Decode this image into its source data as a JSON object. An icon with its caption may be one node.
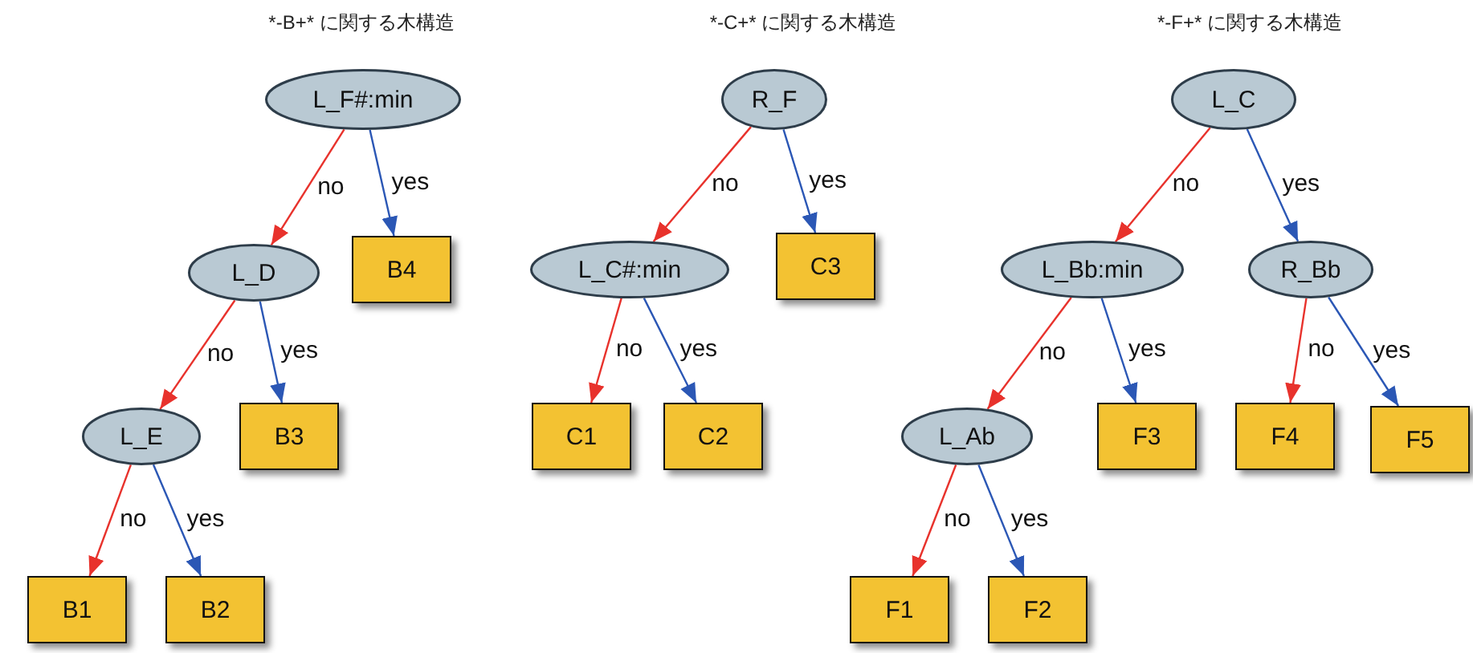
{
  "diagram": {
    "nodes": [
      {
        "text": [
          "L_F#:min"
        ]
      },
      {
        "text": [
          "L_D"
        ]
      },
      {
        "text": [
          "B4"
        ]
      },
      {
        "text": [
          "L_E"
        ]
      },
      {
        "text": [
          "B3"
        ]
      },
      {
        "text": [
          "B1"
        ]
      },
      {
        "text": [
          "B2"
        ]
      },
      {
        "text": [
          "R_F"
        ]
      },
      {
        "text": [
          "L_C#:min"
        ]
      },
      {
        "text": [
          "C3"
        ]
      },
      {
        "text": [
          "C1"
        ]
      },
      {
        "text": [
          "C2"
        ]
      },
      {
        "text": [
          "L_C"
        ]
      },
      {
        "text": [
          "L_Bb:min"
        ]
      },
      {
        "text": [
          "R_Bb"
        ]
      },
      {
        "text": [
          "L_Ab"
        ]
      },
      {
        "text": [
          "F3"
        ]
      },
      {
        "text": [
          "F4"
        ]
      },
      {
        "text": [
          "F5"
        ]
      },
      {
        "text": [
          "F1"
        ]
      },
      {
        "text": [
          "F2"
        ]
      }
    ],
    "edges": [
      {
        "from": 0,
        "to": 1,
        "arrow": "to",
        "label": "no",
        "color": "#e8322c"
      },
      {
        "from": 0,
        "to": 2,
        "arrow": "to",
        "label": "yes",
        "color": "#2b57b5"
      },
      {
        "from": 1,
        "to": 3,
        "arrow": "to",
        "label": "no",
        "color": "#e8322c"
      },
      {
        "from": 1,
        "to": 4,
        "arrow": "to",
        "label": "yes",
        "color": "#2b57b5"
      },
      {
        "from": 3,
        "to": 5,
        "arrow": "to",
        "label": "no",
        "color": "#e8322c"
      },
      {
        "from": 3,
        "to": 6,
        "arrow": "to",
        "label": "yes",
        "color": "#2b57b5"
      },
      {
        "from": 7,
        "to": 8,
        "arrow": "to",
        "label": "no",
        "color": "#e8322c"
      },
      {
        "from": 7,
        "to": 9,
        "arrow": "to",
        "label": "yes",
        "color": "#2b57b5"
      },
      {
        "from": 8,
        "to": 10,
        "arrow": "to",
        "label": "no",
        "color": "#e8322c"
      },
      {
        "from": 8,
        "to": 11,
        "arrow": "to",
        "label": "yes",
        "color": "#2b57b5"
      },
      {
        "from": 12,
        "to": 13,
        "arrow": "to",
        "label": "no",
        "color": "#e8322c"
      },
      {
        "from": 12,
        "to": 14,
        "arrow": "to",
        "label": "yes",
        "color": "#2b57b5"
      },
      {
        "from": 13,
        "to": 15,
        "arrow": "to",
        "label": "no",
        "color": "#e8322c"
      },
      {
        "from": 13,
        "to": 16,
        "arrow": "to",
        "label": "yes",
        "color": "#2b57b5"
      },
      {
        "from": 14,
        "to": 17,
        "arrow": "to",
        "label": "no",
        "color": "#e8322c"
      },
      {
        "from": 14,
        "to": 18,
        "arrow": "to",
        "label": "yes",
        "color": "#2b57b5"
      },
      {
        "from": 15,
        "to": 19,
        "arrow": "to",
        "label": "no",
        "color": "#e8322c"
      },
      {
        "from": 15,
        "to": 20,
        "arrow": "to",
        "label": "yes",
        "color": "#2b57b5"
      }
    ],
    "labels": [
      "*-B+* に関する木構造",
      "*-C+* に関する木構造",
      "*-F+* に関する木構造"
    ]
  }
}
